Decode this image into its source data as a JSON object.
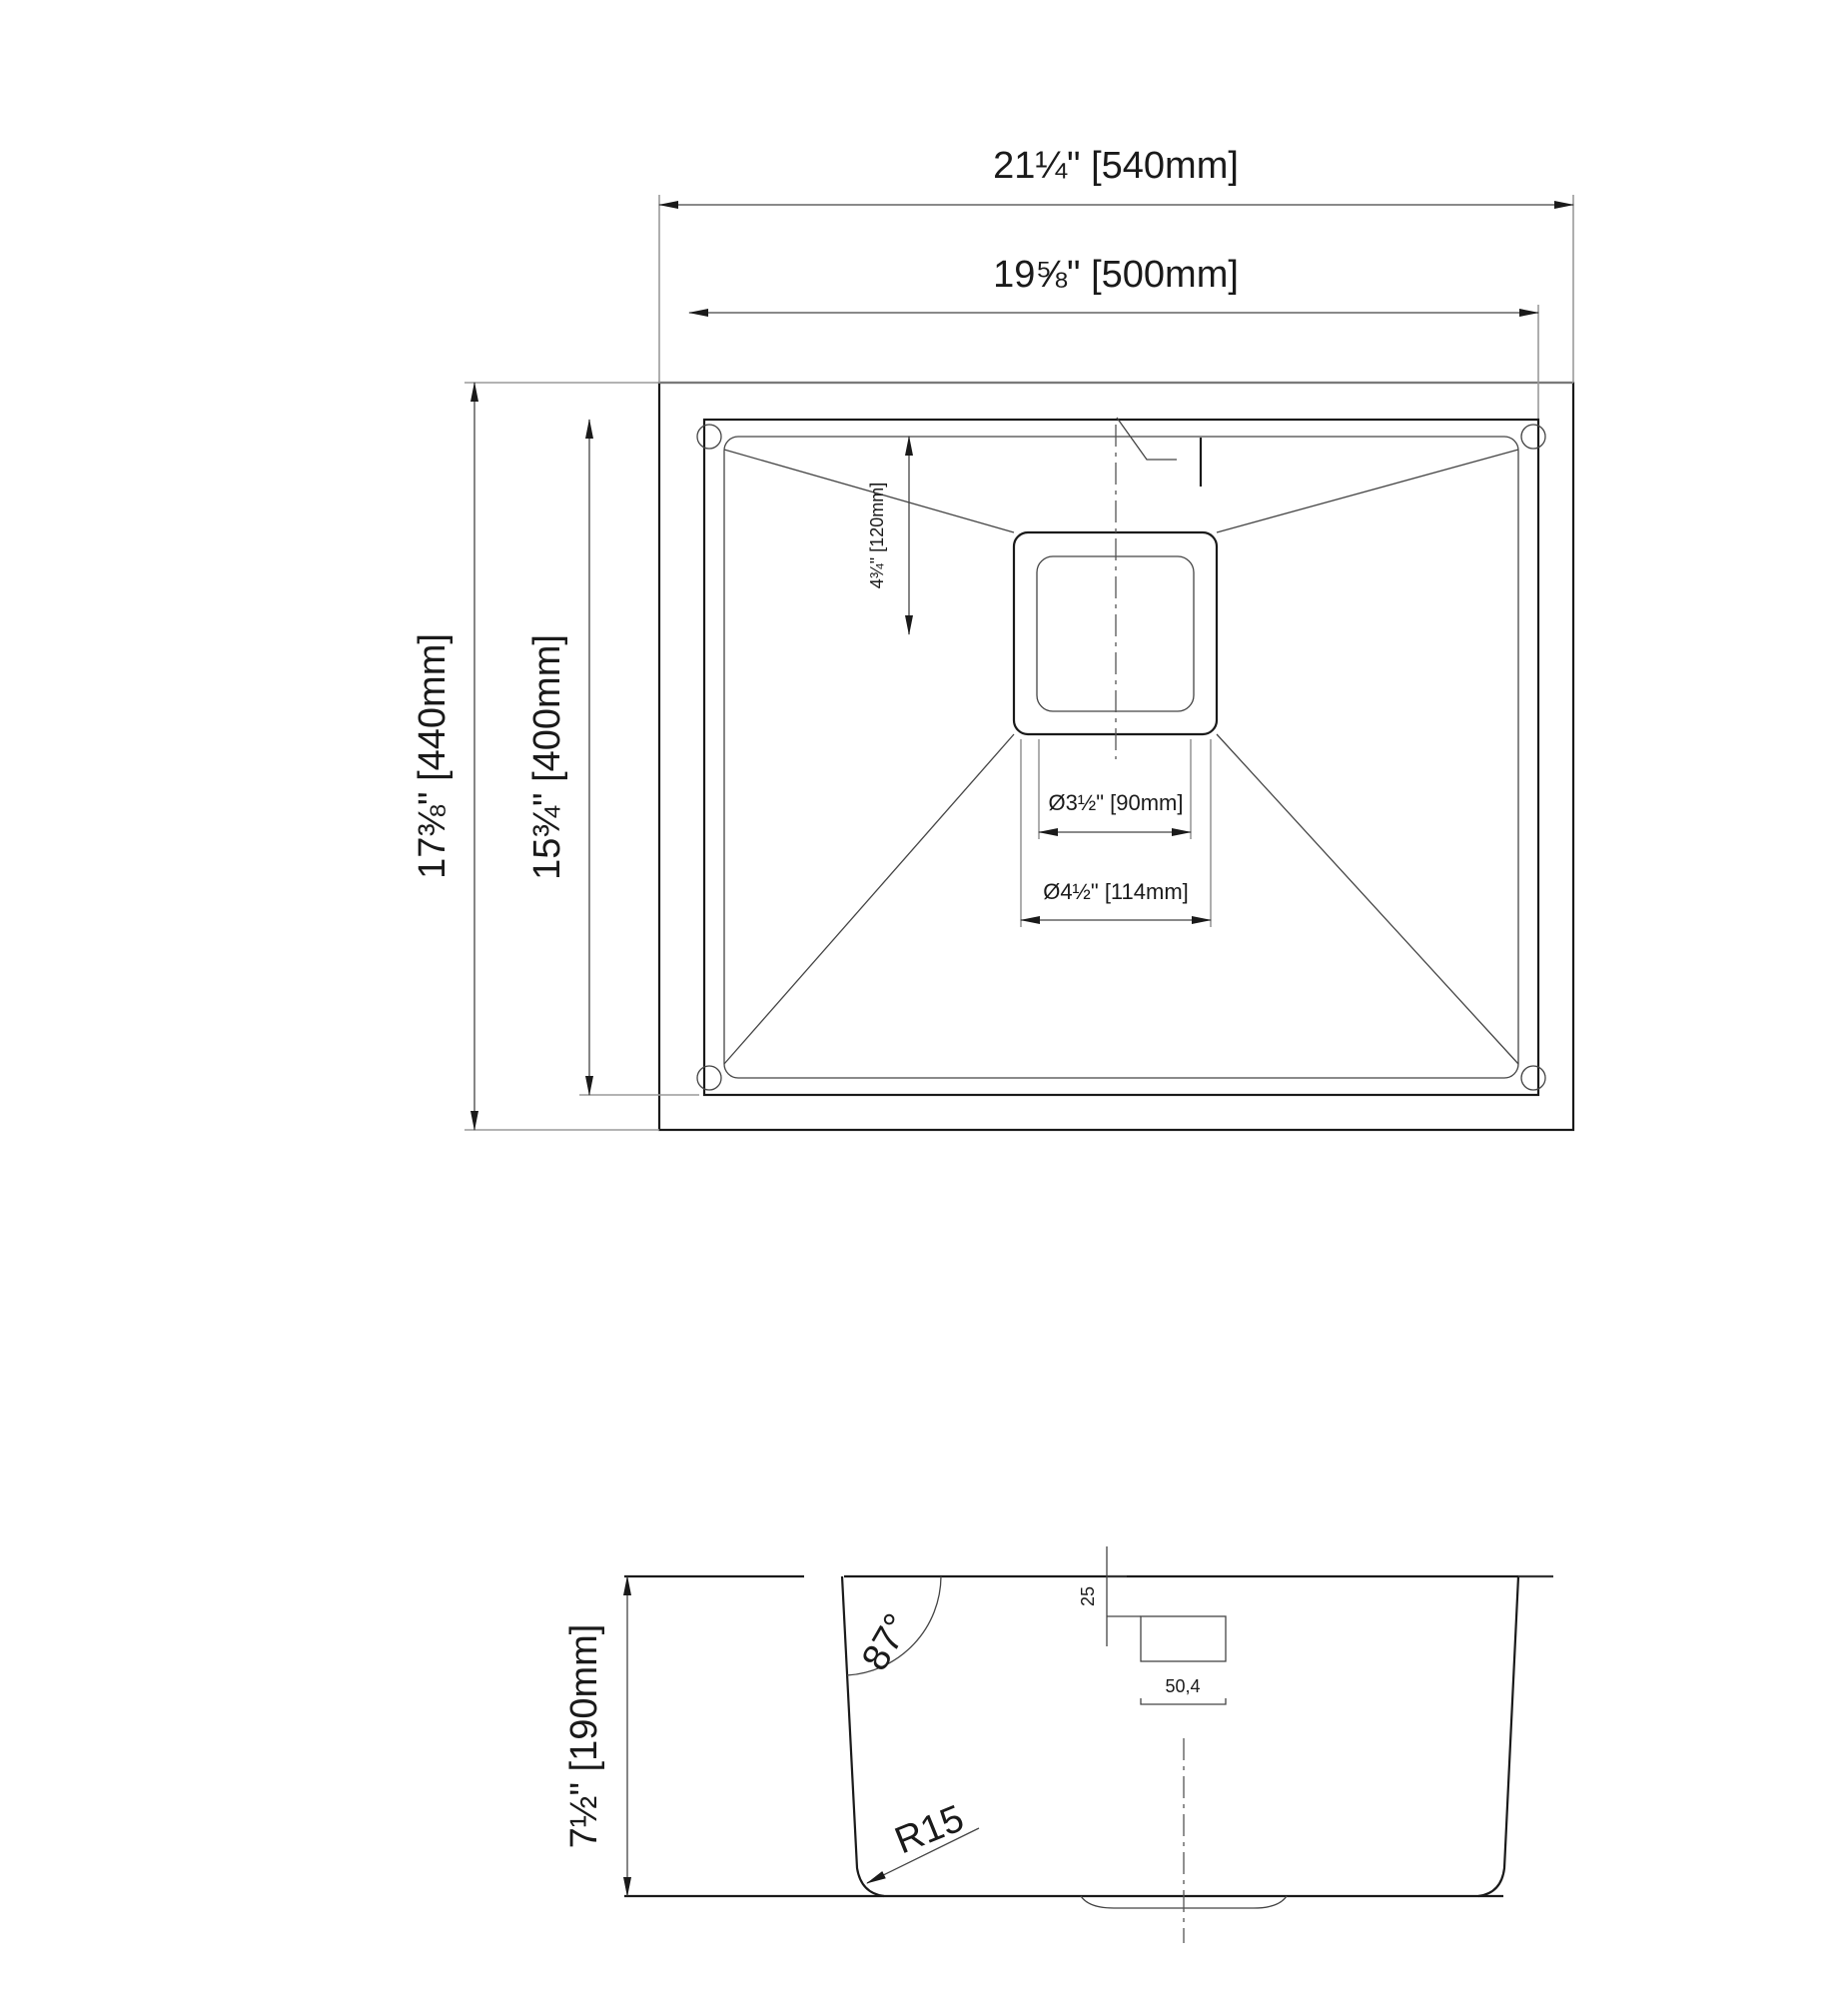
{
  "top_view": {
    "overall_width_label": "21¼\" [540mm]",
    "inner_width_label": "19⅝\" [500mm]",
    "overall_depth_label": "17⅜\" [440mm]",
    "inner_depth_label": "15¾\" [400mm]",
    "drain_offset_label": "4¾\" [120mm]",
    "drain_inner_label": "Ø3½\" [90mm]",
    "drain_outer_label": "Ø4½\" [114mm]"
  },
  "side_view": {
    "height_label": "7½\" [190mm]",
    "wall_angle_label": "87°",
    "corner_radius_label": "R15",
    "rim_offset_label": "25",
    "drain_width_label": "50,4"
  }
}
